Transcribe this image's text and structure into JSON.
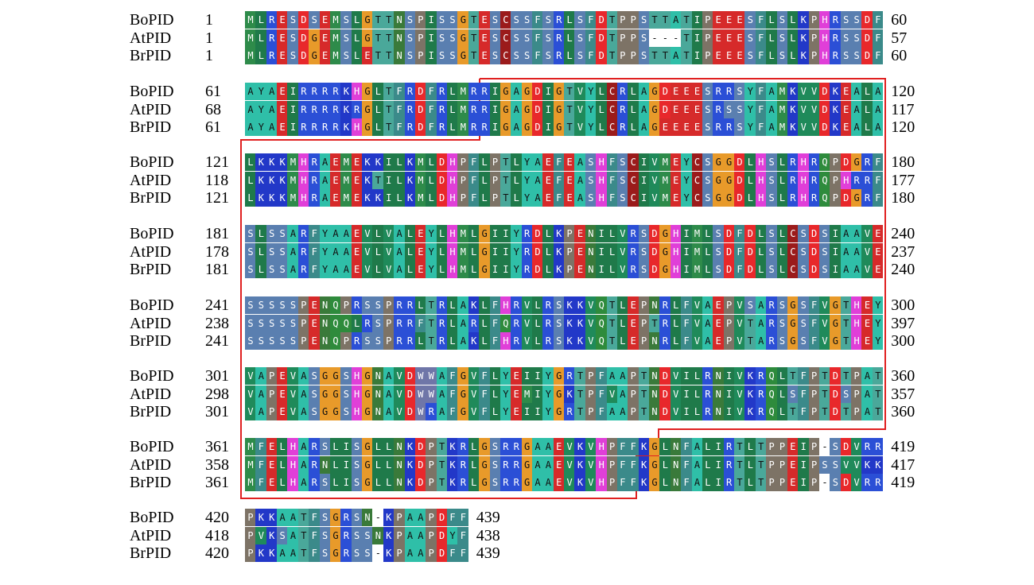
{
  "species": [
    "BoPID",
    "AtPID",
    "BrPID"
  ],
  "blocks": [
    {
      "starts": [
        "1",
        "1",
        "1"
      ],
      "ends": [
        "60",
        "57",
        "60"
      ],
      "seqs": [
        "MLRESDSEMSLGTTNSPISSGTESCSSFSRLSFDTPPSTTATIPEEESFLSLKPHRSSDF",
        "MLRESDGEMSLGTTNSPISSGTESCSSFSRLSFDTPPS---TIPEEESFLSLKPHRSSDF",
        "MLRESDGEMSLETTNSPISSGTESCSSFSRLSFDTPPSTTATIPEEESFLSLKPHRSSDF"
      ]
    },
    {
      "starts": [
        "61",
        "68",
        "61"
      ],
      "ends": [
        "120",
        "117",
        "120"
      ],
      "seqs": [
        "AYAEIRRRRKHGLTFRDFRLMRRIGAGDIGTVYLCRLAGDEEESRRSYFAMKVVDKEALA",
        "AYAEIRRRRKRGLTFRDFRLMRRIGAGDIGTVYLCRLAGDEEESRSSYFAMKVVDKEALA",
        "AYAEIRRRRKHGLTFRDFRLMRRIGAGDIGTVYLCRLAGEEEESRRSYFAMKVVDKEALA"
      ]
    },
    {
      "starts": [
        "121",
        "118",
        "121"
      ],
      "ends": [
        "180",
        "177",
        "180"
      ],
      "seqs": [
        "LKKKMHRAEMEKKILKMLDHPFLPTLYAEFEASHFSCIVMEYCSGGDLHSLRHRQPDGRF",
        "LKKKMHRAEMEKTILKMLDHPFLPTLYAEFEASHFSCIVMEYCSGGDLHSLRHRQPHRRF",
        "LKKKMHRAEMEKKILKMLDHPFLPTLYAEFEASHFSCIVMEYCSGGDLHSLRHRQPDGRF"
      ]
    },
    {
      "starts": [
        "181",
        "178",
        "181"
      ],
      "ends": [
        "240",
        "237",
        "240"
      ],
      "seqs": [
        "SLSSARFYAAEVLVALEYLHMLGIIYRDLKPENILVRSDGHIMLSDFDLSLCSDSIAAVE",
        "SLSSARFYAAEVLVALEYLHMLGIIYRDLKPENILVRSDGHIMLSDFDLSLCSDSIAAVE",
        "SLSSARFYAAEVLVALEYLHMLGIIYRDLKPENILVRSDGHIMLSDFDLSLCSDSIAAVE"
      ]
    },
    {
      "starts": [
        "241",
        "238",
        "241"
      ],
      "ends": [
        "300",
        "397",
        "300"
      ],
      "seqs": [
        "SSSSSPENQPRSSPRRLTRLAKLFHRVLRSKKVQTLEPNRLFVAEPVSARSGSFVGTHEY",
        "SSSSSPENQQLRSPRRFTRLARLFQRVLRSKKVQTLEPTRLFVAEPVTARSGSFVGTHEY",
        "SSSSSPENQPRSSPRRLTRLAKLFHRVLRSKKVQTLEPNRLFVAEPVTARSGSFVGTHEY"
      ]
    },
    {
      "starts": [
        "301",
        "298",
        "301"
      ],
      "ends": [
        "360",
        "357",
        "360"
      ],
      "seqs": [
        "VAPEVASGGSHGNAVDWWAFGVFLYEIIYGRTPFAAPTNDVILRNIVKRQLTFPTDTPAT",
        "VAPEVASGGSHGNAVDWWAFGVFLYEMIYGKTPFVAPTNDVILRNIVKRQLSFPTDSPAT",
        "VAPEVASGGSHGNAVDWRAFGVFLYEIIYGRTPFAAPTNDVILRNIVKRQLTFPTDTPAT"
      ]
    },
    {
      "starts": [
        "361",
        "358",
        "361"
      ],
      "ends": [
        "419",
        "417",
        "419"
      ],
      "seqs": [
        "MFELHARSLISGLLNKDPTKRLGSRRGAAEVKVHPFFKGLNFALIRTLTPPEIP-SDVRR",
        "MFELHARNLISGLLNKDPTKRLGSRRGAAEVKVHPFFKGLNFALIRTLTPPEIPSSVVKK",
        "MFELHARSLISGLLNKDPTKRLGSRRGAAEVKVHPFFKGLNFALIRTLTPPEIP-SDVRR"
      ]
    },
    {
      "starts": [
        "420",
        "418",
        "420"
      ],
      "ends": [
        "439",
        "438",
        "439"
      ],
      "seqs": [
        "PKKAATFSGRSN-KPAAPDFF",
        "PVKSATFSGRSSNKPAAPDYF",
        "PKKAATFSGRSS-KPAAPDFF"
      ]
    }
  ],
  "colors": {
    "A": "#2fbfa8",
    "R": "#2b4fd6",
    "N": "#3a7a3a",
    "D": "#e8282b",
    "C": "#9b1b1b",
    "Q": "#2e8b3c",
    "E": "#d62a2a",
    "G": "#e89a2a",
    "H": "#e03fd8",
    "I": "#1f7a4a",
    "L": "#1f7a4a",
    "K": "#2238c8",
    "M": "#2e8b4a",
    "F": "#3b8a8a",
    "P": "#7d7366",
    "S": "#5a7fb0",
    "T": "#4aa89a",
    "W": "#6f76a8",
    "Y": "#2fbfa8",
    "V": "#1f8a5a",
    "-": "#ffffff",
    "frame": "#e02020",
    "text_dark": "#111111",
    "text_light": "#ffffff"
  }
}
